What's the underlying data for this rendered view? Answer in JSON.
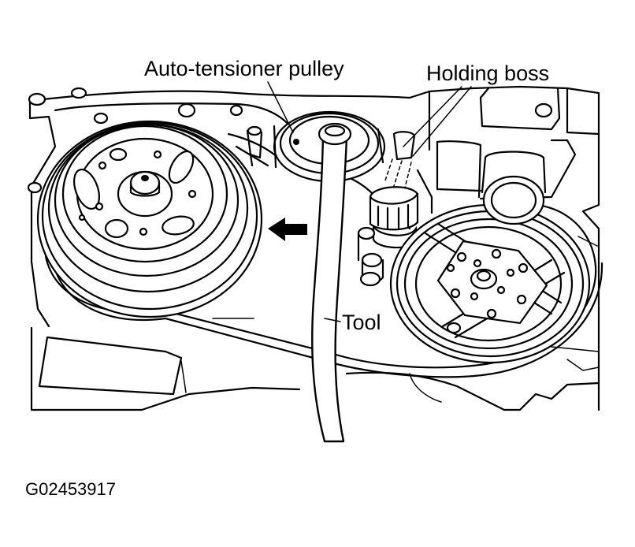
{
  "labels": {
    "auto_tensioner_pulley": "Auto-tensioner pulley",
    "holding_boss": "Holding boss",
    "tool": "Tool"
  },
  "figure_id": "G02453917",
  "colors": {
    "ink": "#000000",
    "paper": "#ffffff"
  },
  "icons": {
    "rotation_arrow": "direction-arrow-left"
  }
}
